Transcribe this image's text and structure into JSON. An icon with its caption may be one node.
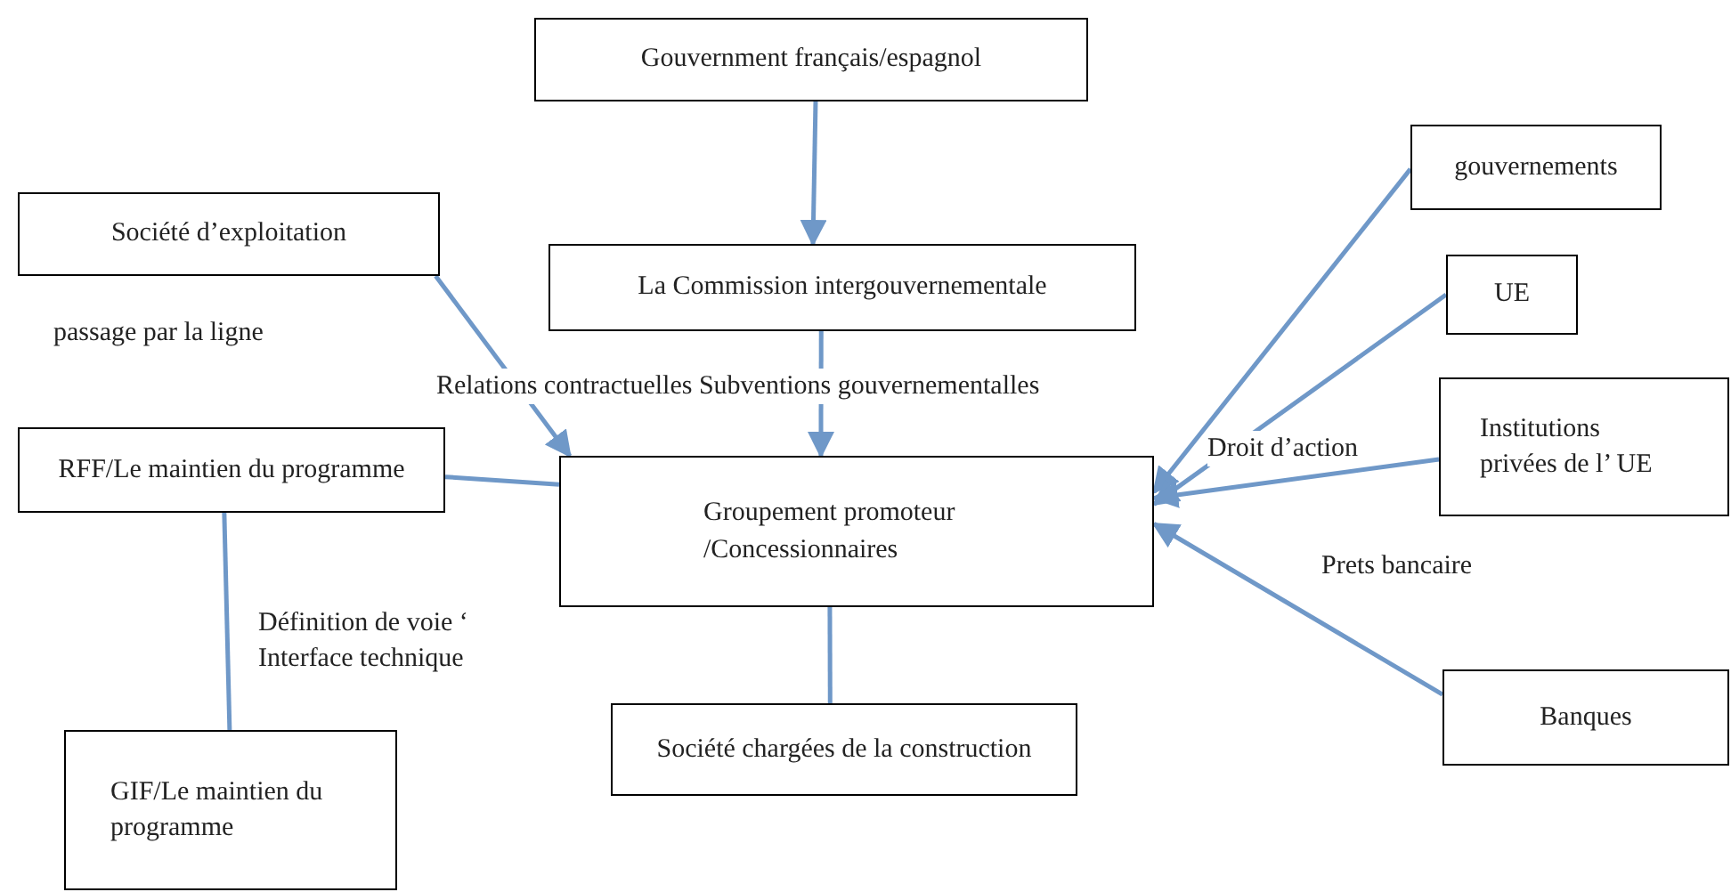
{
  "diagram": {
    "nodes": [
      {
        "text": [
          "Gouvernment français/espagnol"
        ]
      },
      {
        "text": [
          "Société d’exploitation"
        ]
      },
      {
        "text": [
          "La Commission intergouvernementale"
        ]
      },
      {
        "text": [
          "gouvernements"
        ]
      },
      {
        "text": [
          "UE"
        ]
      },
      {
        "text": [
          "RFF/Le maintien du programme"
        ]
      },
      {
        "text": [
          "Groupement promoteur /Concessionnaires"
        ]
      },
      {
        "text": [
          "Institutions privées de l’ UE"
        ]
      },
      {
        "text": [
          "GIF/Le maintien du programme"
        ]
      },
      {
        "text": [
          "Société chargées de la construction"
        ]
      },
      {
        "text": [
          "Banques"
        ]
      }
    ],
    "edges": [
      {
        "from": 0,
        "to": 2,
        "arrow": "to"
      },
      {
        "from": 1,
        "to": 6,
        "arrow": "to"
      },
      {
        "from": 2,
        "to": 6,
        "arrow": "to"
      },
      {
        "from": 5,
        "to": 6,
        "arrow": "none"
      },
      {
        "from": 5,
        "to": 8,
        "arrow": "none"
      },
      {
        "from": 6,
        "to": 9,
        "arrow": "none"
      },
      {
        "from": 3,
        "to": 6,
        "arrow": "to"
      },
      {
        "from": 4,
        "to": 6,
        "arrow": "to"
      },
      {
        "from": 7,
        "to": 6,
        "arrow": "to"
      },
      {
        "from": 10,
        "to": 6,
        "arrow": "to"
      }
    ],
    "labels": [
      "passage par la ligne",
      "Relations contractuelles Subventions gouvernementalles",
      "Droit d’action",
      "Prets bancaire",
      "Définition de voie ‘ Interface technique"
    ]
  }
}
